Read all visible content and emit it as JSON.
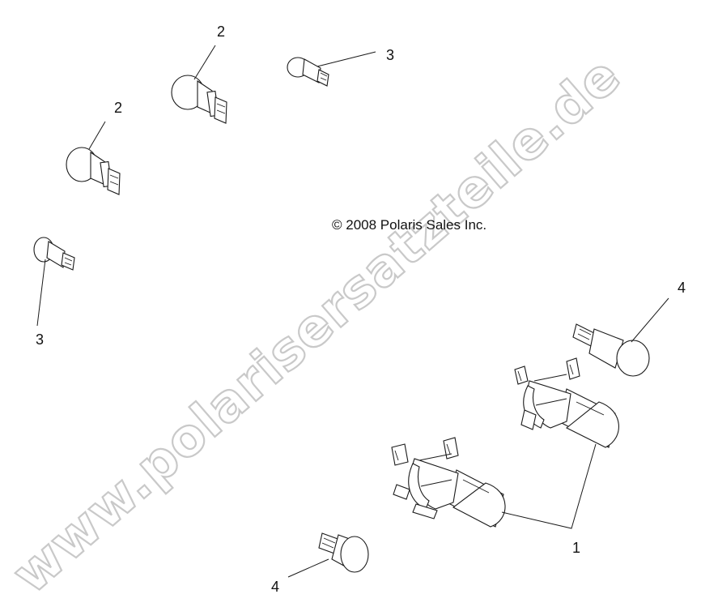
{
  "copyright": "© 2008 Polaris Sales Inc.",
  "watermark": "www.polarisersatzteile.de",
  "callouts": [
    "1",
    "2",
    "2",
    "3",
    "3",
    "4",
    "4"
  ]
}
